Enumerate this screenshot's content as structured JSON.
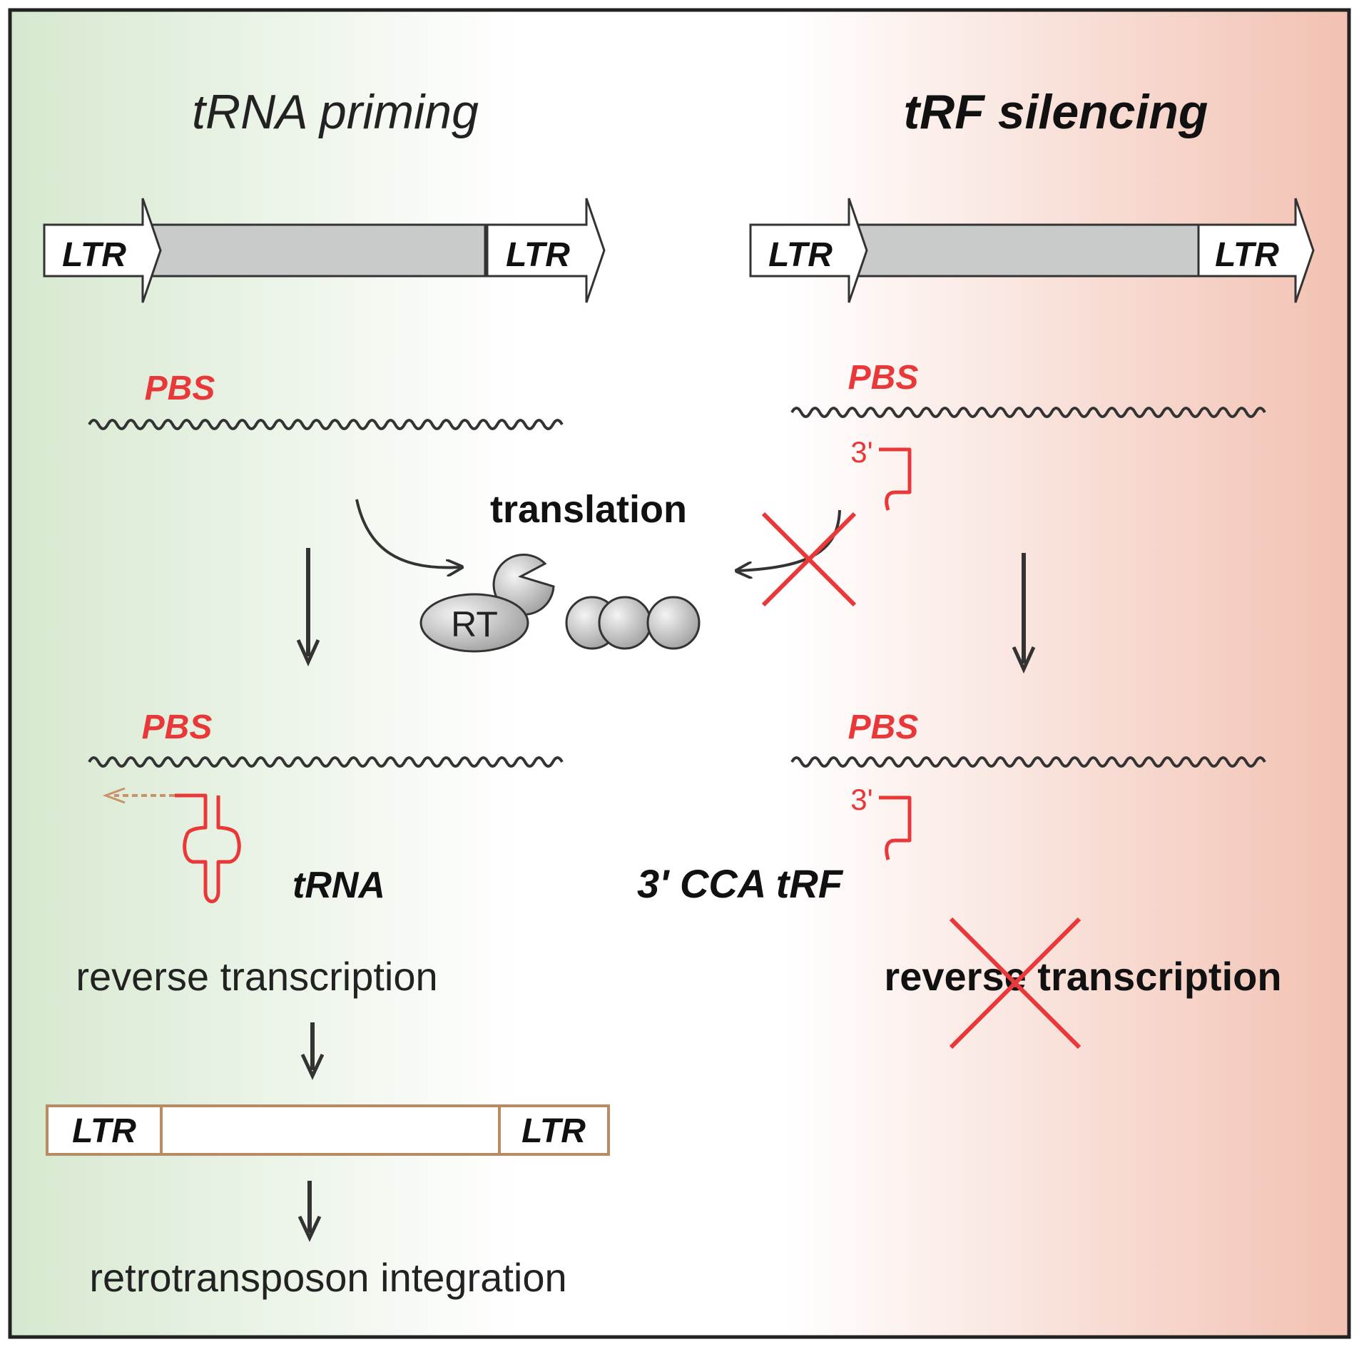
{
  "left_panel": {
    "title": "tRNA priming",
    "ltr_left": "LTR",
    "ltr_right": "LTR",
    "pbs_top": "PBS",
    "pbs_bottom": "PBS",
    "trna_label": "tRNA",
    "reverse_transcription": "reverse transcription",
    "product_ltr_left": "LTR",
    "product_ltr_right": "LTR",
    "integration": "retrotransposon integration"
  },
  "center": {
    "translation": "translation",
    "rt_label": "RT"
  },
  "right_panel": {
    "title": "tRF silencing",
    "ltr_left": "LTR",
    "ltr_right": "LTR",
    "pbs_top": "PBS",
    "pbs_bottom": "PBS",
    "three_prime_top": "3'",
    "three_prime_bottom": "3'",
    "trf_label": "3' CCA tRF",
    "reverse_transcription": "reverse transcription"
  },
  "colors": {
    "left_bg": "#d6e8cf",
    "right_bg": "#f3c6b8",
    "red_accent": "#e8383a",
    "rna_strand": "#333333",
    "element_body": "#c9cbcb",
    "product_border": "#b98b62"
  }
}
